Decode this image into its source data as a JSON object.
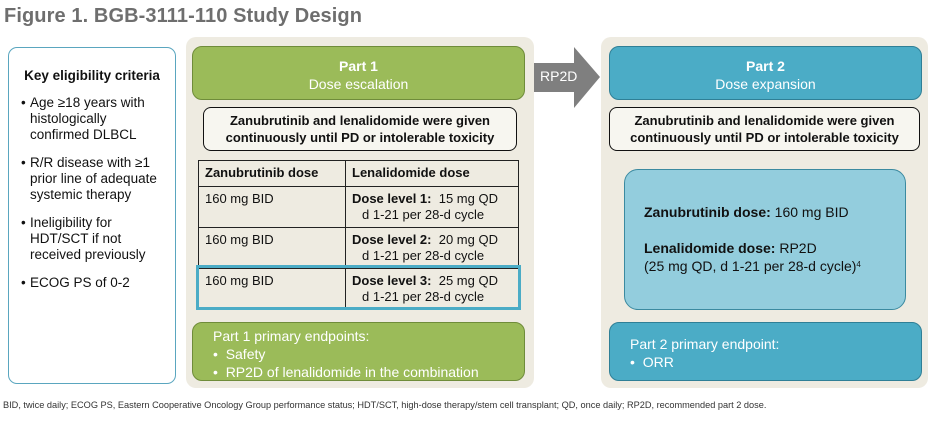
{
  "title": "Figure 1. BGB-3111-110 Study Design",
  "colors": {
    "part1_green": "#9bbb59",
    "part2_blue": "#4bacc6",
    "part2_inner": "#93cddd",
    "panel_bg": "#eeebe1",
    "arrow_gray": "#7f7f7f",
    "title_gray": "#6e6e6e"
  },
  "eligibility": {
    "heading": "Key eligibility criteria",
    "bullet": "•",
    "items": [
      "Age ≥18 years with histologically confirmed DLBCL",
      "R/R disease with ≥1 prior line of adequate systemic therapy",
      "Ineligibility for HDT/SCT if not received previously",
      "ECOG PS of 0-2"
    ]
  },
  "part1": {
    "title": "Part 1",
    "subtitle": "Dose escalation",
    "note_line1": "Zanubrutinib and lenalidomide were given",
    "note_line2": "continuously until PD or intolerable toxicity",
    "table": {
      "headers": [
        "Zanubrutinib dose",
        "Lenalidomide dose"
      ],
      "rows": [
        {
          "zanubrutinib": "160 mg BID",
          "level_label": "Dose level 1:",
          "level_dose": "15 mg QD",
          "schedule": "d 1-21 per 28-d cycle"
        },
        {
          "zanubrutinib": "160 mg BID",
          "level_label": "Dose level 2:",
          "level_dose": "20 mg QD",
          "schedule": "d 1-21 per 28-d cycle"
        },
        {
          "zanubrutinib": "160 mg BID",
          "level_label": "Dose level 3:",
          "level_dose": "25 mg QD",
          "schedule": "d 1-21 per 28-d cycle"
        }
      ],
      "highlighted_row": 3
    },
    "endpoints_title": "Part 1 primary endpoints:",
    "endpoints": [
      "Safety",
      "RP2D of lenalidomide in the combination"
    ]
  },
  "arrow_label": "RP2D",
  "part2": {
    "title": "Part 2",
    "subtitle": "Dose expansion",
    "note_line1": "Zanubrutinib and lenalidomide were given",
    "note_line2": "continuously until PD or intolerable toxicity",
    "zanubrutinib_label": "Zanubrutinib dose:",
    "zanubrutinib_value": "160 mg BID",
    "lenalidomide_label": "Lenalidomide dose:",
    "lenalidomide_value": "RP2D",
    "lenalidomide_detail": "(25 mg QD, d 1-21 per 28-d cycle)",
    "lenalidomide_ref": "4",
    "endpoints_title": "Part 2 primary endpoint:",
    "endpoints": [
      "ORR"
    ]
  },
  "footnote": "BID, twice daily; ECOG PS, Eastern Cooperative Oncology Group performance status; HDT/SCT, high-dose therapy/stem cell transplant; QD, once daily; RP2D, recommended part 2 dose."
}
